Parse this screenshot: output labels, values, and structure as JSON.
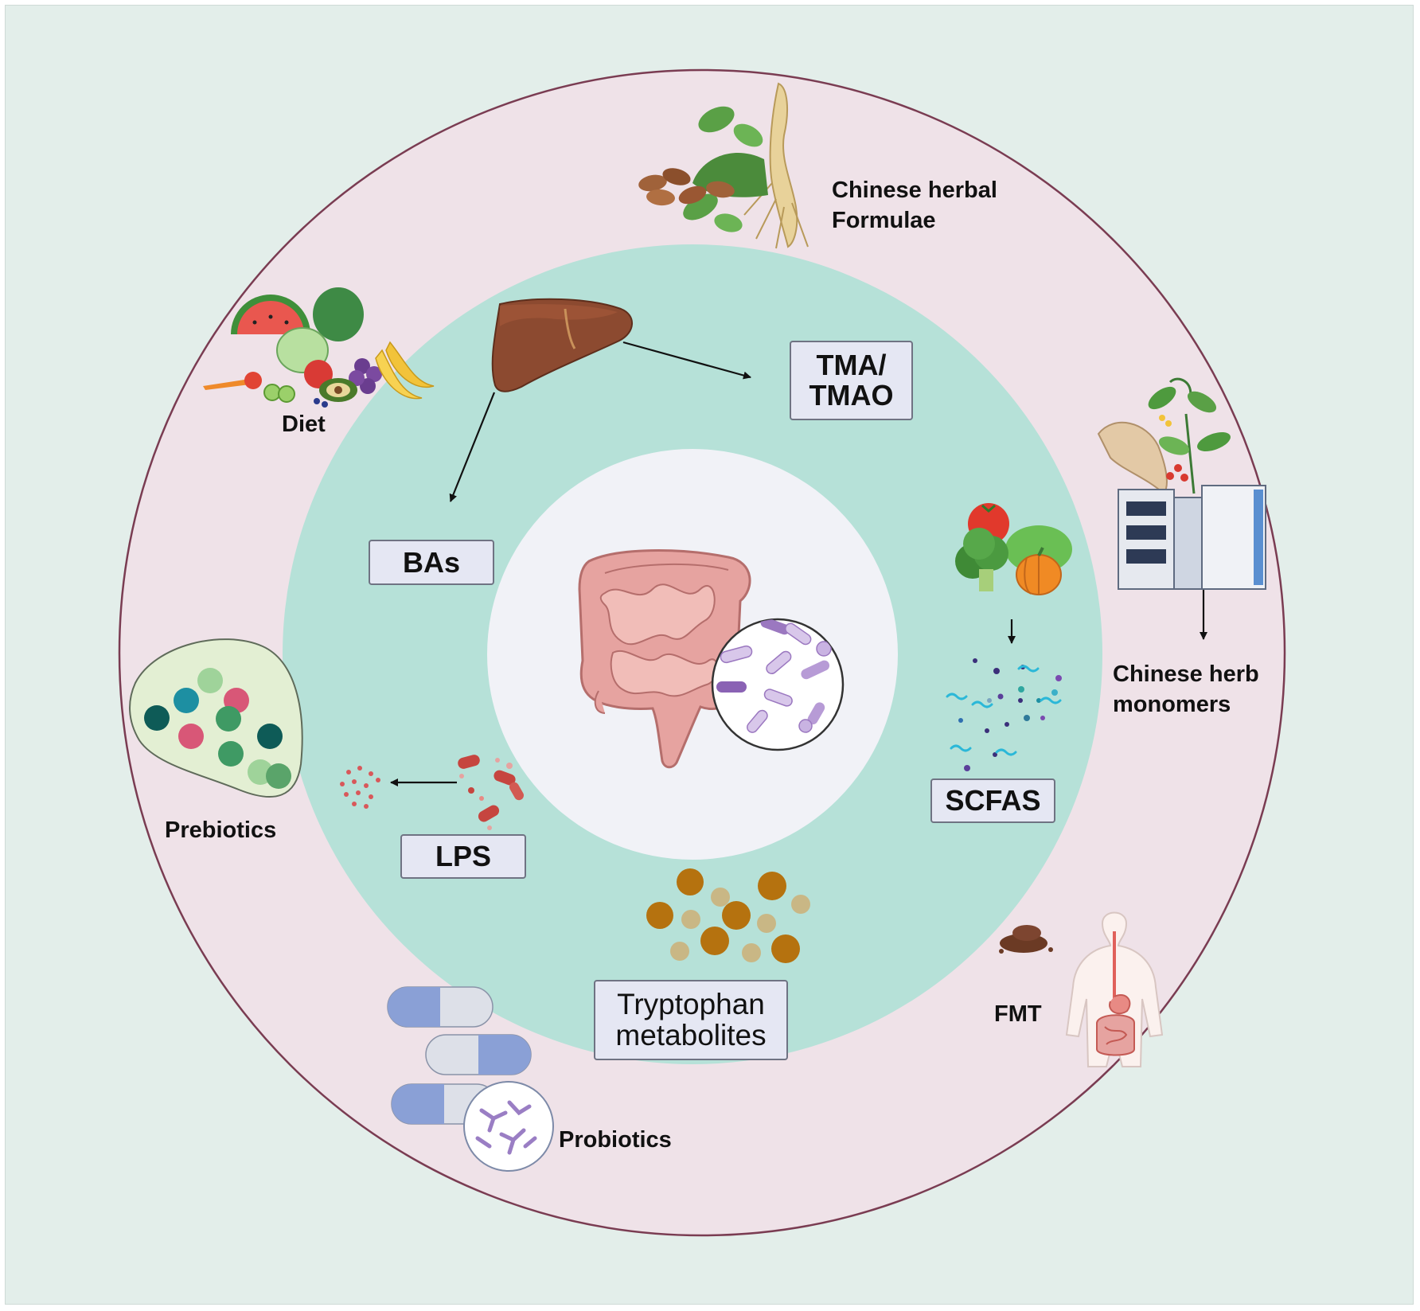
{
  "interventions": {
    "chinese_herbal_formulae": "Chinese herbal\nFormulae",
    "diet": "Diet",
    "chinese_herb_monomers": "Chinese herb\nmonomers",
    "prebiotics": "Prebiotics",
    "probiotics": "Probiotics",
    "fmt": "FMT"
  },
  "metabolites": {
    "tma_tmao": "TMA/\nTMAO",
    "bas": "BAs",
    "scfas": "SCFAS",
    "lps": "LPS",
    "tryptophan": "Tryptophan\nmetabolites"
  },
  "colors": {
    "background": "#e3eeea",
    "outer_ring": "#efe2e8",
    "outer_ring_border": "#7a3c52",
    "middle_ring": "#b6e1d8",
    "inner_circle": "#f1f2f7",
    "label_box_fill": "#e5e7f3",
    "label_box_border": "#6f7383"
  },
  "icons": [
    "herbs-ginseng-icon",
    "fruits-vegetables-icon",
    "herb-hplc-instrument-icon",
    "prebiotic-fibers-icon",
    "probiotic-capsules-icon",
    "human-body-gut-icon",
    "liver-icon",
    "intestine-icon",
    "bacteria-magnifier-icon",
    "vegetables-icon",
    "scfa-molecules-icon",
    "lps-bacteria-icon",
    "tryptophan-granules-icon"
  ]
}
